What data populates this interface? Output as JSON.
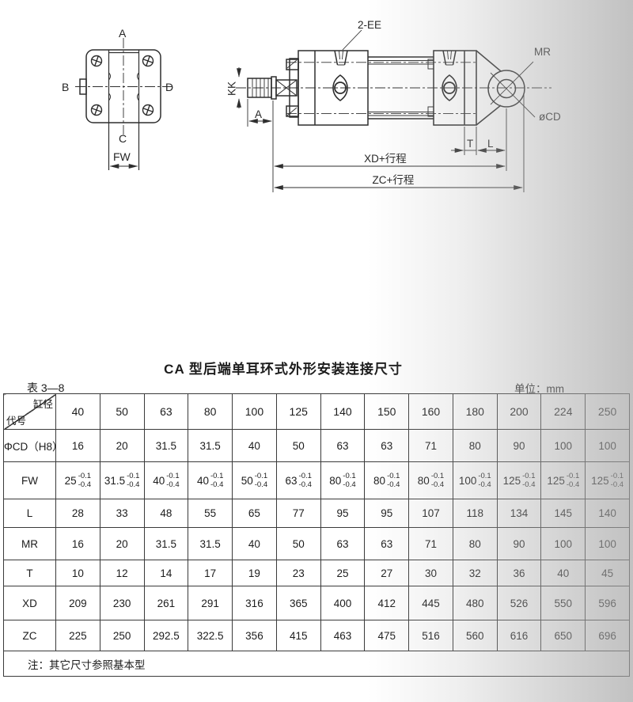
{
  "page": {
    "title": "CA 型后端单耳环式外形安装连接尺寸",
    "table_label": "表 3—8",
    "unit_label": "单位：mm",
    "note": "注：其它尺寸参照基本型"
  },
  "drawing": {
    "flange_labels": {
      "top": "A",
      "left": "B",
      "bottom": "C",
      "right": "D",
      "slot_width": "FW"
    },
    "cylinder_labels": {
      "ports": "2-EE",
      "ear_radius": "MR",
      "rod_thread": "KK",
      "thread_length": "A",
      "pin_diameter": "øCD",
      "cap_thickness": "T",
      "ear_length": "L",
      "xd_stroke": "XD+行程",
      "zc_stroke": "ZC+行程"
    }
  },
  "table": {
    "corner_top": "缸径",
    "corner_bottom": "代号",
    "bores": [
      "40",
      "50",
      "63",
      "80",
      "100",
      "125",
      "140",
      "150",
      "160",
      "180",
      "200",
      "224",
      "250"
    ],
    "rows": [
      {
        "label": "ΦCD（H8）",
        "values": [
          "16",
          "20",
          "31.5",
          "31.5",
          "40",
          "50",
          "63",
          "63",
          "71",
          "80",
          "90",
          "100",
          "100"
        ]
      },
      {
        "label": "FW",
        "tol_upper": "-0.1",
        "tol_lower": "-0.4",
        "values": [
          "25",
          "31.5",
          "40",
          "40",
          "50",
          "63",
          "80",
          "80",
          "80",
          "100",
          "125",
          "125",
          "125"
        ]
      },
      {
        "label": "L",
        "values": [
          "28",
          "33",
          "48",
          "55",
          "65",
          "77",
          "95",
          "95",
          "107",
          "118",
          "134",
          "145",
          "140"
        ]
      },
      {
        "label": "MR",
        "values": [
          "16",
          "20",
          "31.5",
          "31.5",
          "40",
          "50",
          "63",
          "63",
          "71",
          "80",
          "90",
          "100",
          "100"
        ]
      },
      {
        "label": "T",
        "values": [
          "10",
          "12",
          "14",
          "17",
          "19",
          "23",
          "25",
          "27",
          "30",
          "32",
          "36",
          "40",
          "45"
        ]
      },
      {
        "label": "XD",
        "values": [
          "209",
          "230",
          "261",
          "291",
          "316",
          "365",
          "400",
          "412",
          "445",
          "480",
          "526",
          "550",
          "596"
        ]
      },
      {
        "label": "ZC",
        "values": [
          "225",
          "250",
          "292.5",
          "322.5",
          "356",
          "415",
          "463",
          "475",
          "516",
          "560",
          "616",
          "650",
          "696"
        ]
      }
    ]
  }
}
